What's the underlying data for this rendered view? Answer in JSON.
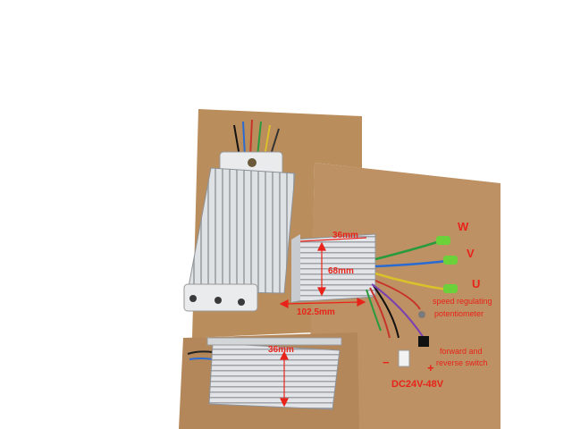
{
  "photo": {
    "subject": "brushless motor controller product photo",
    "panels": [
      "top-view",
      "side-view-with-wires",
      "end-view"
    ]
  },
  "dimensions": {
    "height_label": "36mm",
    "width_label": "68mm",
    "length_label": "102.5mm",
    "bottom_height_label": "36mm"
  },
  "phases": {
    "w": "W",
    "v": "V",
    "u": "U"
  },
  "annotations": {
    "speed_line1": "speed regulating",
    "speed_line2": "potentiometer",
    "switch_line1": "forward and",
    "switch_line2": "reverse switch",
    "power": "DC24V-48V",
    "minus": "−",
    "plus": "+"
  },
  "colors": {
    "label_red": "#e8231a",
    "cardboard": "#b98d5c",
    "aluminium": "#d6d9dc"
  }
}
